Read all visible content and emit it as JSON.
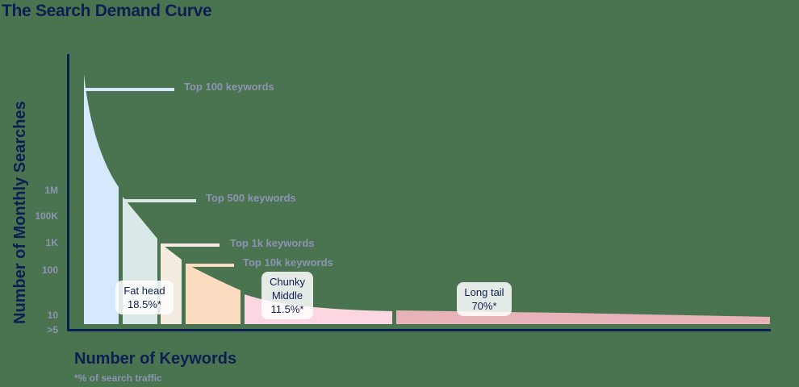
{
  "title": "The Search Demand Curve",
  "chart_data": {
    "type": "area",
    "title": "The Search Demand Curve",
    "xlabel": "Number of Keywords",
    "ylabel": "Number of Monthly Searches",
    "footnote": "*% of search traffic",
    "y_ticks": [
      "1M",
      "100K",
      "1K",
      "100",
      "10",
      ">5"
    ],
    "grid": false,
    "callouts": [
      "Top 100 keywords",
      "Top 500 keywords",
      "Top 1k keywords",
      "Top 10k keywords"
    ],
    "segments": [
      {
        "name": "Fat head",
        "share": "18.5%*",
        "value": 18.5
      },
      {
        "name": "Chunky Middle",
        "share": "11.5%*",
        "value": 11.5
      },
      {
        "name": "Long tail",
        "share": "70%*",
        "value": 70
      }
    ],
    "colors": {
      "top100": "#d6e8fb",
      "top500": "#dbe8e8",
      "top1k": "#f4ece0",
      "top10k": "#fbdcc0",
      "chunky": "#fcd6e0",
      "longtail": "#e8b3b8",
      "axis": "#0d1f52"
    }
  },
  "segments": {
    "fat_head": {
      "name": "Fat head",
      "share": "18.5%*"
    },
    "chunky": {
      "name1": "Chunky",
      "name2": "Middle",
      "share": "11.5%*"
    },
    "long_tail": {
      "name": "Long tail",
      "share": "70%*"
    }
  },
  "callouts": {
    "c100": "Top 100 keywords",
    "c500": "Top 500 keywords",
    "c1k": "Top 1k keywords",
    "c10k": "Top 10k keywords"
  },
  "ticks": {
    "t1m": "1M",
    "t100k": "100K",
    "t1k": "1K",
    "t100": "100",
    "t10": "10",
    "t5": ">5"
  }
}
